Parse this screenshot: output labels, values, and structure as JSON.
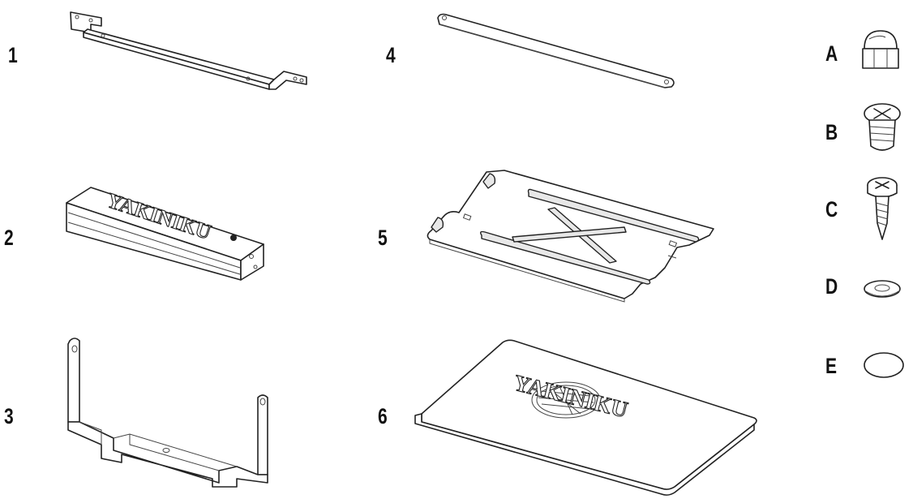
{
  "labels": {
    "p1": "1",
    "p2": "2",
    "p3": "3",
    "p4": "4",
    "p5": "5",
    "p6": "6",
    "pA": "A",
    "pB": "B",
    "pC": "C",
    "pD": "D",
    "pE": "E"
  },
  "branding": {
    "tube_logo": "YAKINIKU",
    "board_logo": "YAKINIKU"
  },
  "colors": {
    "ink": "#222222",
    "paper": "#ffffff"
  }
}
